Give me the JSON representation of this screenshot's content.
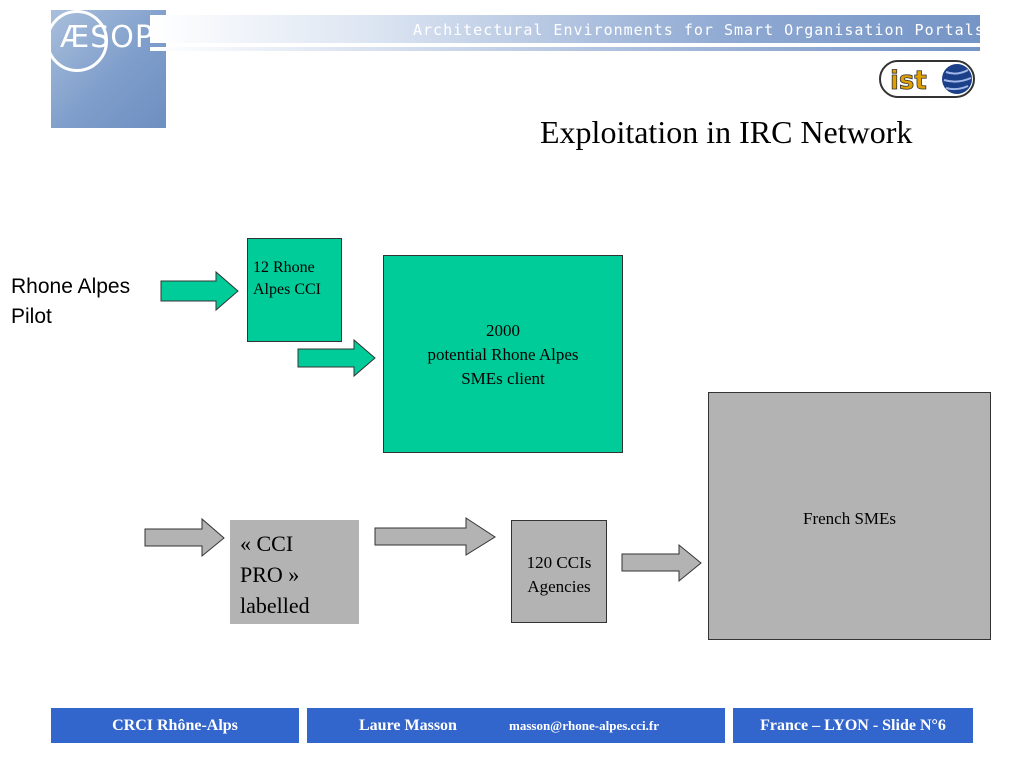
{
  "header": {
    "logo_text": "ÆSOP",
    "tagline": "Architectural Environments for Smart Organisation Portals",
    "badge_text": "ist"
  },
  "slide": {
    "title": "Exploitation in IRC Network"
  },
  "diagram": {
    "side_label_line1": "Rhone Alpes",
    "side_label_line2": "Pilot",
    "cci12_line1": "12 Rhone",
    "cci12_line2": "Alpes CCI",
    "smes2000_line1": "2000",
    "smes2000_line2": "potential Rhone Alpes",
    "smes2000_line3": "SMEs client",
    "french_smes": "French SMEs",
    "ccipro_line1": "« CCI",
    "ccipro_line2": "PRO »",
    "ccipro_line3": "labelled",
    "cci120_line1": "120 CCIs",
    "cci120_line2": "Agencies",
    "colors": {
      "green": "#00cc99",
      "gray": "#b3b3b3"
    }
  },
  "footer": {
    "organisation": "CRCI Rhône-Alps",
    "author": "Laure Masson",
    "email": "masson@rhone-alpes.cci.fr",
    "location_slide": "France – LYON - Slide N°6",
    "color": "#3366cc"
  }
}
